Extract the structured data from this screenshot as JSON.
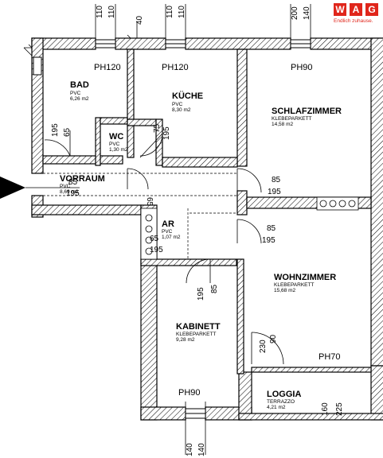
{
  "brand": {
    "letters": [
      "W",
      "A",
      "G"
    ],
    "tagline": "Endlich zuhause.",
    "color": "#e0261b"
  },
  "rooms": {
    "bad": {
      "name": "BAD",
      "floor": "PVC",
      "area": "6,26 m2"
    },
    "kueche": {
      "name": "KÜCHE",
      "floor": "PVC",
      "area": "8,30 m2"
    },
    "schlafzimmer": {
      "name": "SCHLAFZIMMER",
      "floor": "KLEBEPARKETT",
      "area": "14,58 m2"
    },
    "wc": {
      "name": "WC",
      "floor": "PVC",
      "area": "1,30 m2"
    },
    "vorraum": {
      "name": "VORRAUM",
      "floor": "PVC",
      "area": "8,69 m2"
    },
    "ar": {
      "name": "AR",
      "floor": "PVC",
      "area": "1,07 m2"
    },
    "wohnzimmer": {
      "name": "WOHNZIMMER",
      "floor": "KLEBEPARKETT",
      "area": "15,68 m2"
    },
    "kabinett": {
      "name": "KABINETT",
      "floor": "KLEBEPARKETT",
      "area": "9,28 m2"
    },
    "loggia": {
      "name": "LOGGIA",
      "floor": "TERRAZZO",
      "area": "4,21 m2"
    }
  },
  "parapets": {
    "bad": "PH120",
    "kueche": "PH120",
    "schlafzimmer": "PH90",
    "loggia": "PH70",
    "kabinett": "PH90"
  },
  "dimensions": {
    "top_bad": [
      "110",
      "110"
    ],
    "top_40": "40",
    "top_kueche": [
      "110",
      "110"
    ],
    "top_schlaf": [
      "200",
      "140"
    ],
    "bottom_kabinett": [
      "140",
      "140"
    ],
    "bad_door": [
      "195",
      "65"
    ],
    "kueche_door": [
      "75",
      "195"
    ],
    "vorraum_door": [
      "85",
      "195"
    ],
    "wc_door": "65",
    "schlaf_door": [
      "85",
      "195"
    ],
    "ar_door": [
      "65",
      "195"
    ],
    "wohn_door": [
      "85",
      "195"
    ],
    "kab_door": [
      "195",
      "85"
    ],
    "loggia_door": [
      "230",
      "90"
    ],
    "loggia_side": [
      "160",
      "225"
    ]
  }
}
